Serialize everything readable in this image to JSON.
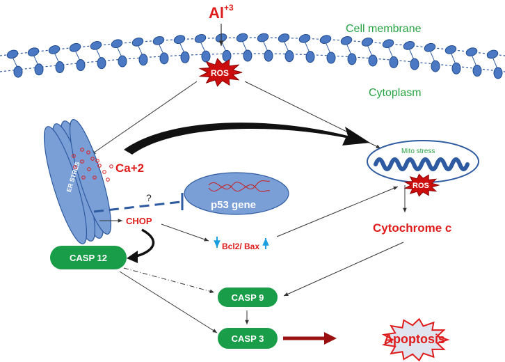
{
  "stimulus": {
    "symbol": "Al",
    "superscript": "+3"
  },
  "compartments": {
    "membrane": "Cell membrane",
    "cytoplasm": "Cytoplasm"
  },
  "ros": {
    "membrane": "ROS",
    "mito": "ROS"
  },
  "er": {
    "label": "ER STRES"
  },
  "calcium": "Ca+2",
  "unknown_link": "?",
  "p53": "p53 gene",
  "chop": "CHOP",
  "bcl2_bax": "Bcl2/ Bax",
  "mito_stress": "Mito stress",
  "cytochrome": "Cytochrome c",
  "caspases": {
    "casp12": "CASP 12",
    "casp9": "CASP 9",
    "casp3": "CASP 3"
  },
  "apoptosis": "Apoptosis",
  "colors": {
    "red_text": "#e01b1b",
    "green_text": "#27a343",
    "green_pill": "#1a9d48",
    "blue_fill": "#7a9fd6",
    "blue_stroke": "#2d5aa0",
    "dark_arrow": "#9a1010",
    "apoptosis_fill": "#dfe4ef"
  }
}
